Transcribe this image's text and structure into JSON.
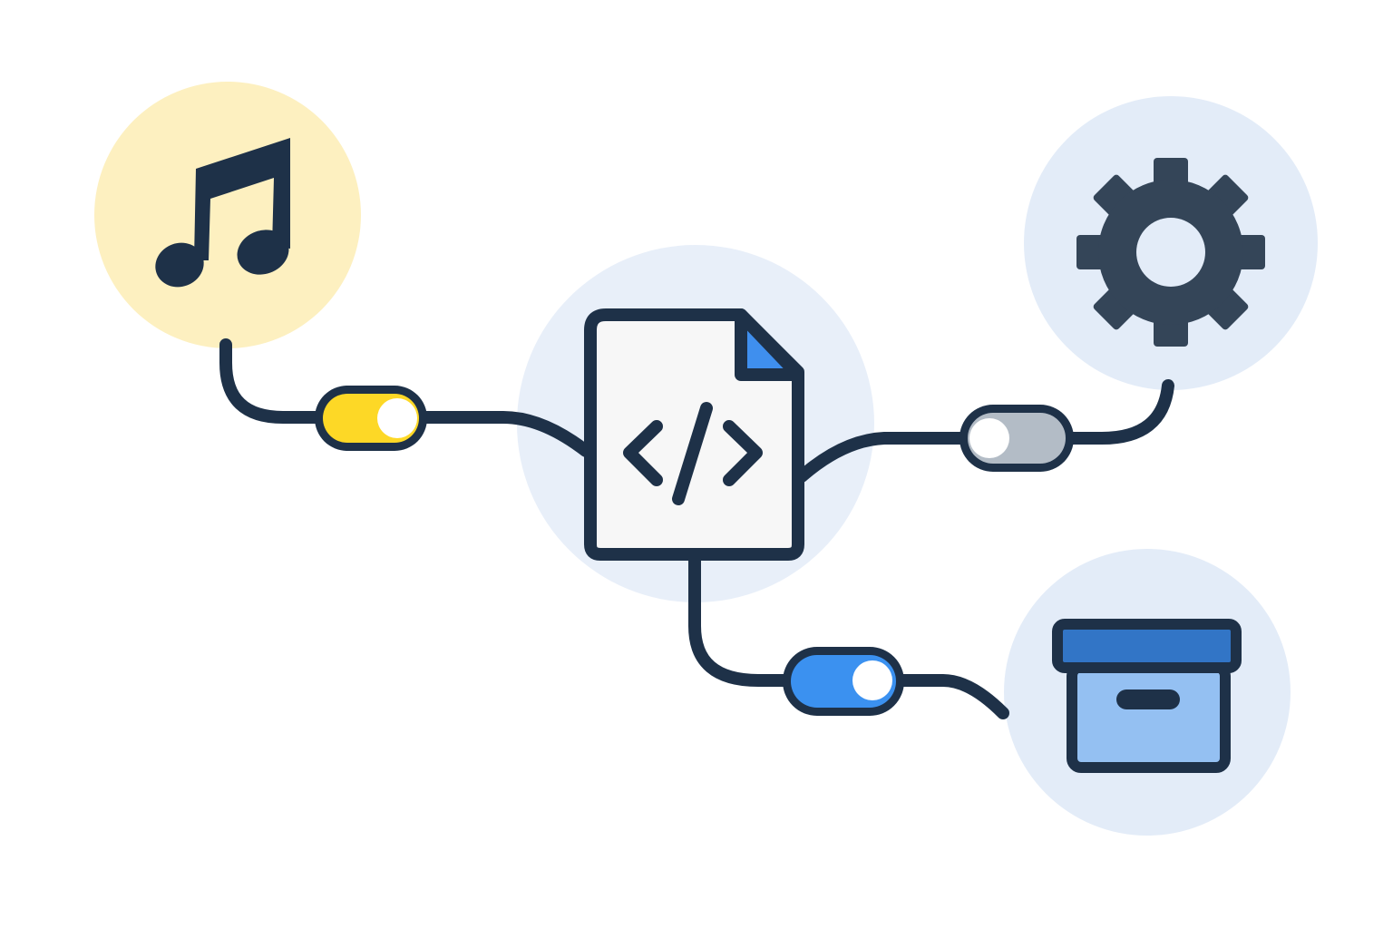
{
  "colors": {
    "background": "#ffffff",
    "ink": "#1e3148",
    "gear": "#344558",
    "music_circle": "#fdf0c0",
    "hub_circle": "#e8eff9",
    "gear_circle": "#e3ecf8",
    "archive_circle": "#e3ecf8",
    "file_fill": "#f7f7f7",
    "file_corner": "#3f8fee",
    "toggle_yellow": "#fdd826",
    "toggle_grey": "#b3bcc6",
    "toggle_blue": "#3b91f0",
    "knob": "#ffffff",
    "box_lid": "#3275c6",
    "box_body": "#94c0f2"
  },
  "nodes": [
    {
      "id": "music",
      "icon": "music-note-icon"
    },
    {
      "id": "hub",
      "icon": "code-file-icon"
    },
    {
      "id": "settings",
      "icon": "gear-icon"
    },
    {
      "id": "archive",
      "icon": "archive-box-icon"
    }
  ],
  "toggles": [
    {
      "id": "music-toggle",
      "connects": "music-to-hub",
      "state": "on",
      "color": "yellow"
    },
    {
      "id": "settings-toggle",
      "connects": "hub-to-settings",
      "state": "off",
      "color": "grey"
    },
    {
      "id": "archive-toggle",
      "connects": "hub-to-archive",
      "state": "on",
      "color": "blue"
    }
  ]
}
